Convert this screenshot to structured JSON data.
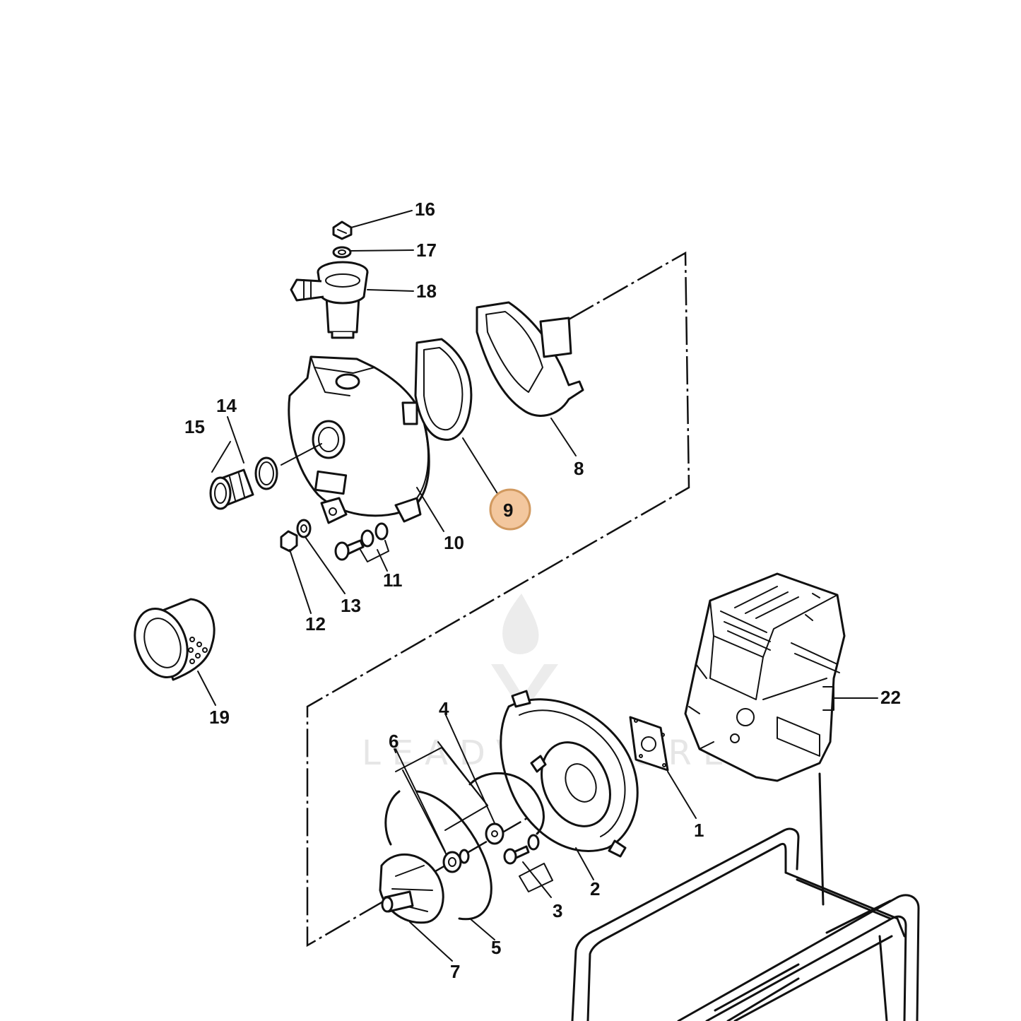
{
  "diagram": {
    "labels": {
      "p1": "1",
      "p2": "2",
      "p3": "3",
      "p4": "4",
      "p5": "5",
      "p6": "6",
      "p7": "7",
      "p8": "8",
      "p9": "9",
      "p10": "10",
      "p11": "11",
      "p12": "12",
      "p13": "13",
      "p14": "14",
      "p15": "15",
      "p16": "16",
      "p17": "17",
      "p18": "18",
      "p19": "19",
      "p22": "22"
    },
    "highlighted_part": "9",
    "highlight_color": "#f3c79e",
    "watermark": "LEADVENTURE",
    "line_color": "#111111"
  }
}
